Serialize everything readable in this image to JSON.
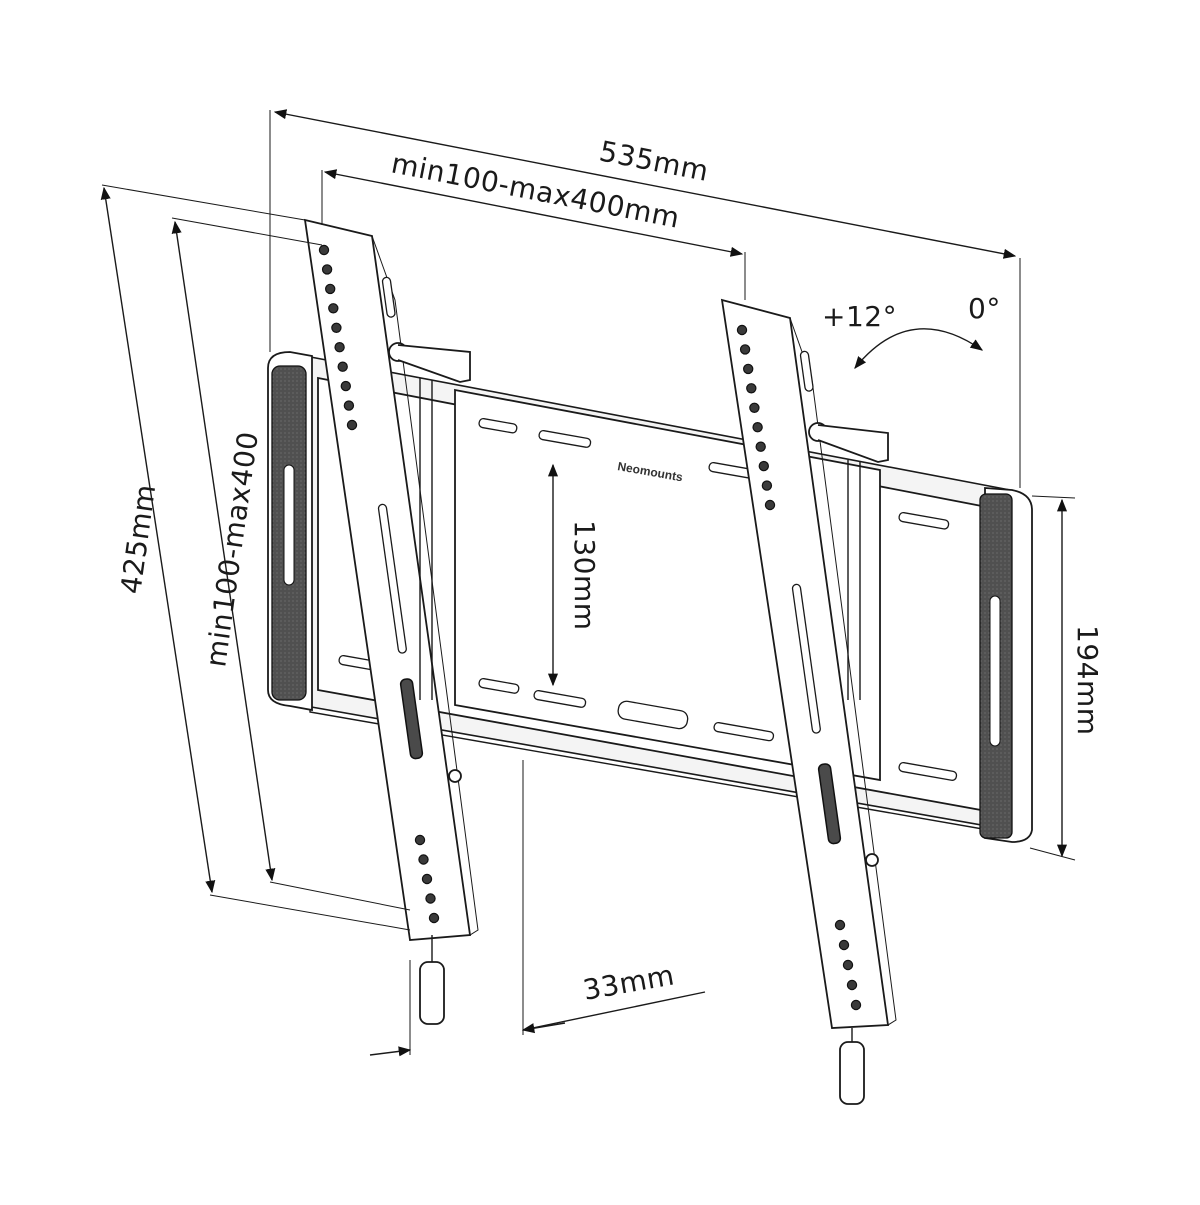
{
  "dimensions": {
    "overall_width": "535mm",
    "vesa_width": "min100-max400mm",
    "overall_height": "425mm",
    "vesa_height": "min100-max400",
    "plate_inner_height": "130mm",
    "plate_height": "194mm",
    "wall_depth": "33mm"
  },
  "tilt": {
    "forward": "+12°",
    "neutral": "0°"
  },
  "brand": "Neomounts"
}
